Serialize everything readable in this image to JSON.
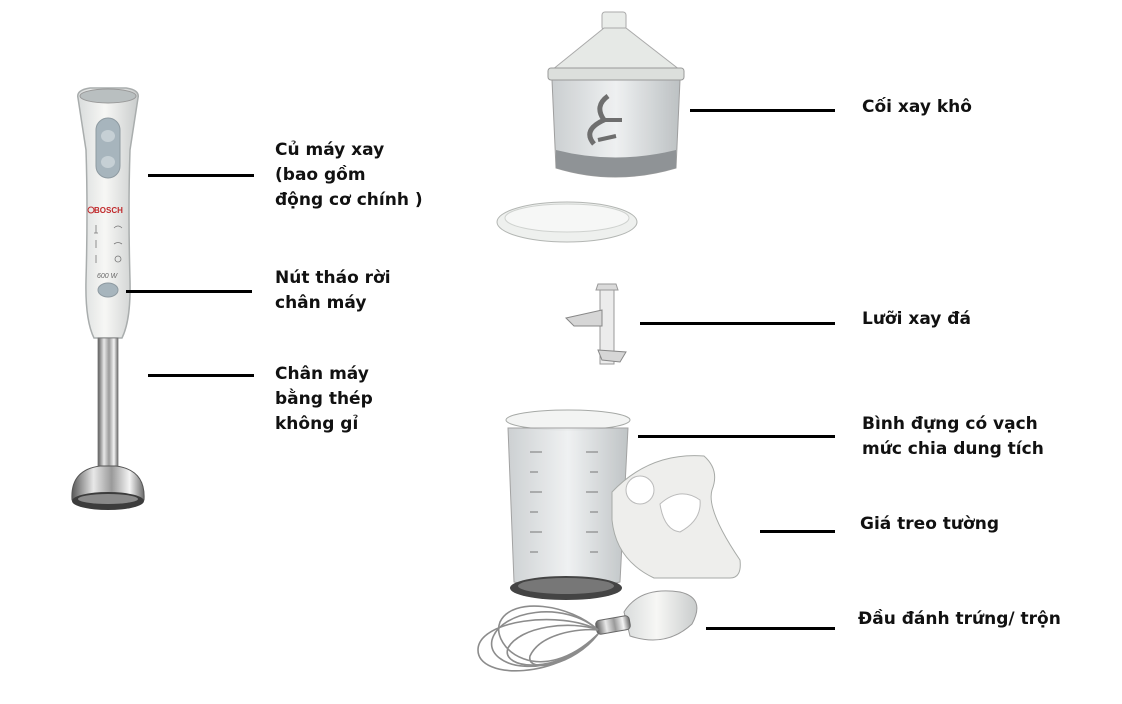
{
  "blender": {
    "brand": "BOSCH",
    "power": "600 W"
  },
  "labels": {
    "motor_unit": "Củ máy xay\n(bao gồm\nđộng cơ chính )",
    "release_button": "Nút tháo rời\nchân máy",
    "steel_shaft": "Chân máy\nbằng thép\nkhông gỉ",
    "chopper_bowl": "Cối xay khô",
    "ice_blade": "Lưỡi xay đá",
    "measuring_beaker": "Bình đựng có vạch\nmức chia dung tích",
    "wall_holder": "Giá treo tường",
    "whisk": "Đầu đánh trứng/ trộn"
  }
}
